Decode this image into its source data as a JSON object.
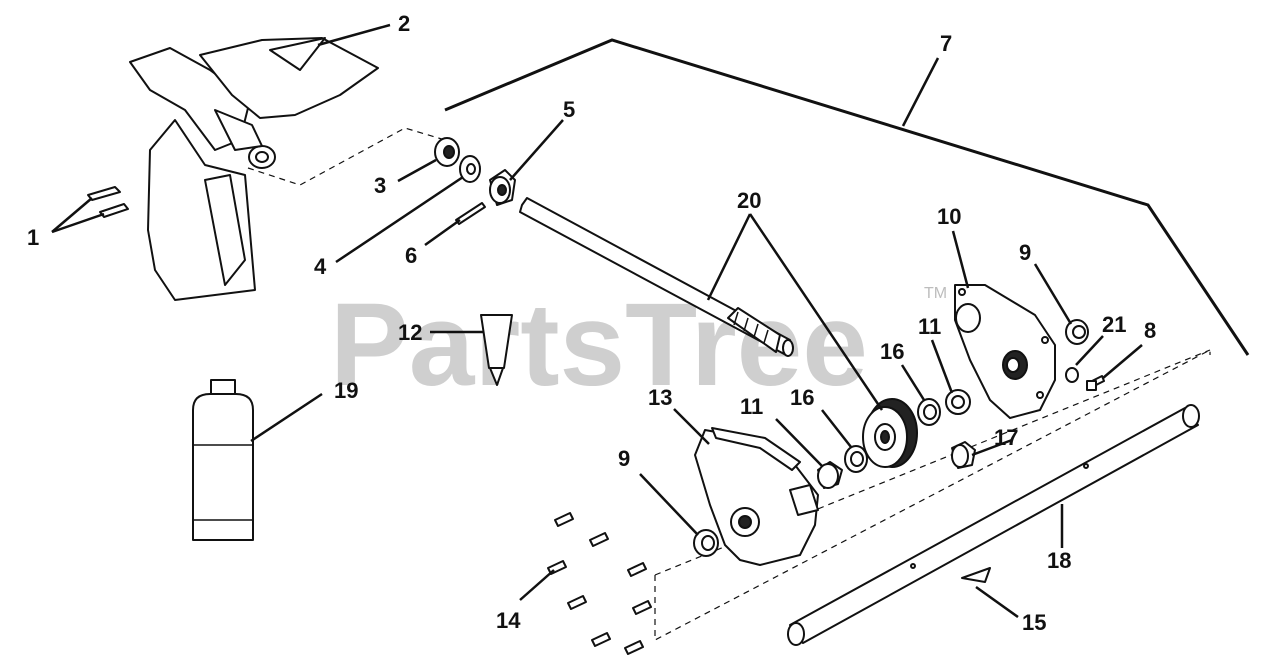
{
  "watermark": {
    "text": "PartsTree",
    "trademark": "TM"
  },
  "callouts": {
    "c1": "1",
    "c2": "2",
    "c3": "3",
    "c4": "4",
    "c5": "5",
    "c6": "6",
    "c7": "7",
    "c8": "8",
    "c9a": "9",
    "c9b": "9",
    "c10": "10",
    "c11a": "11",
    "c11b": "11",
    "c12": "12",
    "c13": "13",
    "c14": "14",
    "c15": "15",
    "c16a": "16",
    "c16b": "16",
    "c17": "17",
    "c18": "18",
    "c19": "19",
    "c20": "20",
    "c21": "21"
  }
}
